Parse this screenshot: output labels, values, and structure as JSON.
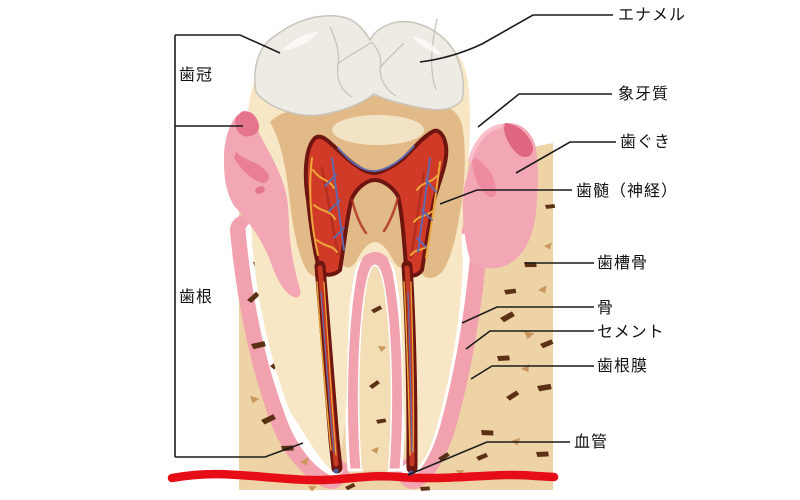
{
  "diagram": {
    "labels": {
      "enamel": "エナメル",
      "dentin": "象牙質",
      "gum": "歯ぐき",
      "pulp_nerve": "歯髄（神経）",
      "alveolar_bone": "歯槽骨",
      "bone": "骨",
      "cementum": "セメント",
      "periodontal_membrane": "歯根膜",
      "blood_vessel": "血管",
      "crown": "歯冠",
      "root": "歯根"
    },
    "colors": {
      "enamel": "#EDEBE4",
      "enamel_line": "#C7C4BC",
      "dentin_shell": "#F7E7C5",
      "dentin_inner": "#E2BA88",
      "pulp_red": "#D23A28",
      "pulp_outline": "#6E150F",
      "vessel_yellow": "#EDA63A",
      "nerve_blue": "#5B6CB4",
      "gum_pink": "#F3A6B4",
      "gum_dark_pink": "#E5758C",
      "bone_tan": "#EDD3A6",
      "bone_speckle_dark": "#5C3014",
      "bone_speckle_light": "#C9975E",
      "periodontal_pink": "#F2A2AE",
      "blood_vessel_red": "#E60D17",
      "leader_line": "#1C1C1C"
    }
  }
}
